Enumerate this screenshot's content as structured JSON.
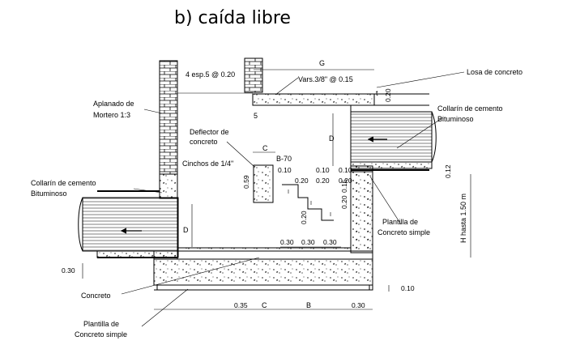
{
  "title": "b) caída libre",
  "labels": {
    "esp": "4 esp.5 @ 0.20",
    "vars": "Vars.3/8\" @ 0.15",
    "G": "G",
    "losa": "Losa de concreto",
    "t": "t",
    "d020_top": "0.20",
    "five": "5",
    "aplanado1": "Aplanado de",
    "aplanado2": "Mortero 1:3",
    "collarin_r1": "Collarín de cemento",
    "collarin_r2": "Bituminoso",
    "deflector1": "Deflector de",
    "deflector2": "concreto",
    "C_top": "C",
    "D_right": "D",
    "b70": "B-70",
    "cinchos": "Cinchos de 1/4\"",
    "d059": "0.59",
    "collarin_l1": "Collarín de cemento",
    "collarin_l2": "Bituminoso",
    "s010a": "0.10",
    "s010b": "0.10",
    "s010c": "0.10",
    "s020a": "0.20",
    "s020b": "0.20",
    "s020c": "0.20",
    "s020v1": "0.20",
    "s020v2": "0.20",
    "s015": "0.15",
    "s030a": "0.30",
    "s030b": "0.30",
    "s030c": "0.30",
    "d012": "0.12",
    "hasta": "H hasta 1.50 m",
    "plantilla_r1": "Plantilla de",
    "plantilla_r2": "Concreto simple",
    "D_left": "D",
    "d030_left": "0.30",
    "concreto": "Concreto",
    "d010_bot": "0.10",
    "b035": "0.35",
    "bC": "C",
    "bB": "B",
    "b030": "0.30",
    "plantilla_l1": "Plantilla de",
    "plantilla_l2": "Concreto simple"
  }
}
